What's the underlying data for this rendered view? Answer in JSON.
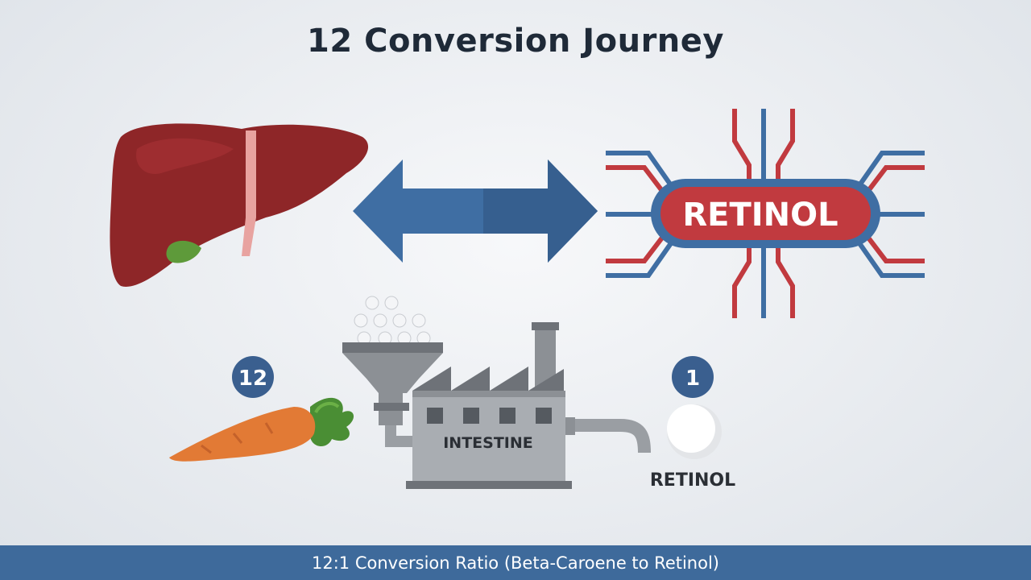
{
  "title": "12 Conversion Journey",
  "badges": {
    "input_count": "12",
    "output_count": "1"
  },
  "labels": {
    "retinol_network": "RETINOL",
    "factory": "INTESTINE",
    "output": "RETINOL"
  },
  "footer": "12:1 Conversion Ratio (Beta-Caroene to Retinol)",
  "colors": {
    "liver": "#8e2628",
    "arrow_blue": "#3f6ea3",
    "network_red": "#c13a3f",
    "network_blue": "#3f6ea3",
    "carrot": "#e27a35",
    "badge": "#3a5f8f",
    "footer_bg": "#3e6a9b"
  },
  "icons": [
    "liver-icon",
    "double-arrow-icon",
    "retinol-network-icon",
    "carrot-icon",
    "intestine-factory-icon",
    "retinol-pill-icon"
  ]
}
